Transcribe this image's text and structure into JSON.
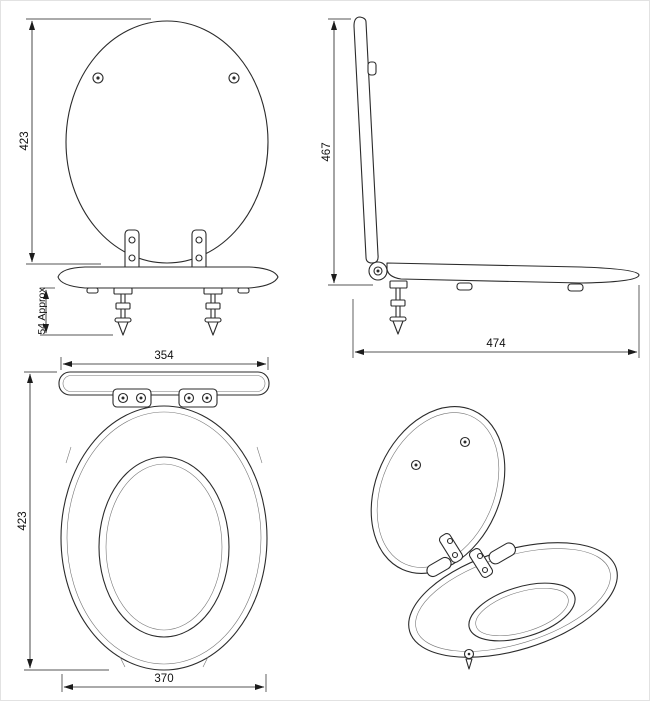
{
  "page": {
    "colors": {
      "background": "#ffffff",
      "line": "#2b2b2b",
      "dimension_line": "#1c1c1c",
      "border": "#e2e2e2"
    }
  },
  "diagram": {
    "type": "technical-drawing",
    "subject": "toilet-seat-with-lid-four-views"
  },
  "dimensions": {
    "front_height": "423",
    "bolt_drop": "54 Approx",
    "side_height": "467",
    "side_depth": "474",
    "top_lid_width": "354",
    "top_height": "423",
    "top_seat_width": "370"
  }
}
